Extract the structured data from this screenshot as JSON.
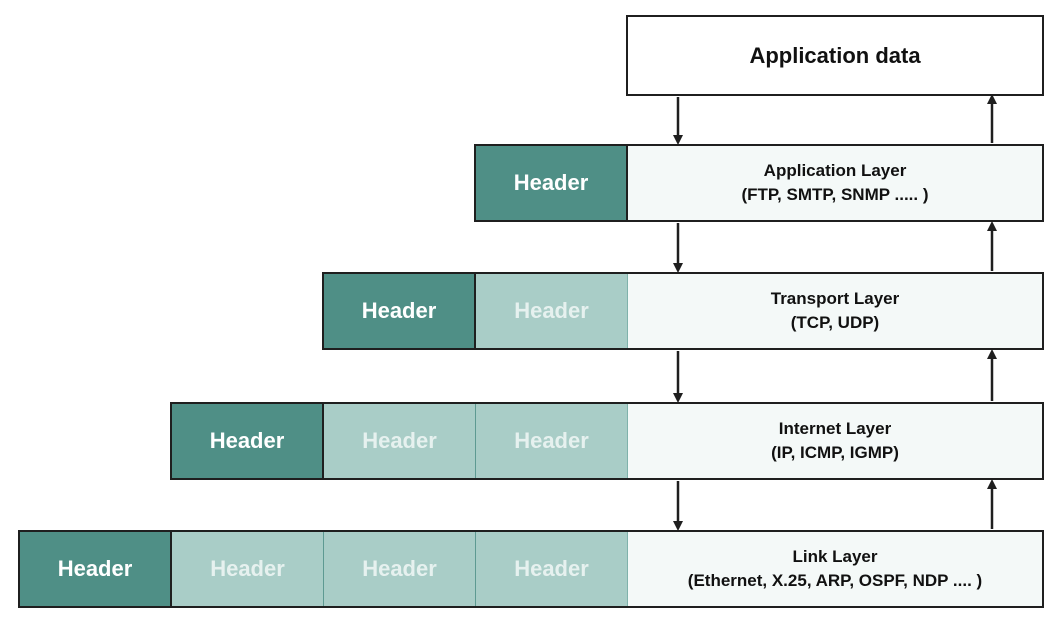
{
  "application_data": {
    "label": "Application data"
  },
  "header_label": "Header",
  "layers": [
    {
      "name": "Application Layer",
      "protocols": "(FTP, SMTP, SNMP ..... )"
    },
    {
      "name": "Transport Layer",
      "protocols": "(TCP, UDP)"
    },
    {
      "name": "Internet Layer",
      "protocols": "(IP, ICMP, IGMP)"
    },
    {
      "name": "Link Layer",
      "protocols": "(Ethernet, X.25, ARP, OSPF, NDP .... )"
    }
  ],
  "colors": {
    "active_header": "#4f8f86",
    "inherited_header": "#a9cdc7",
    "border": "#1f1f1f"
  }
}
